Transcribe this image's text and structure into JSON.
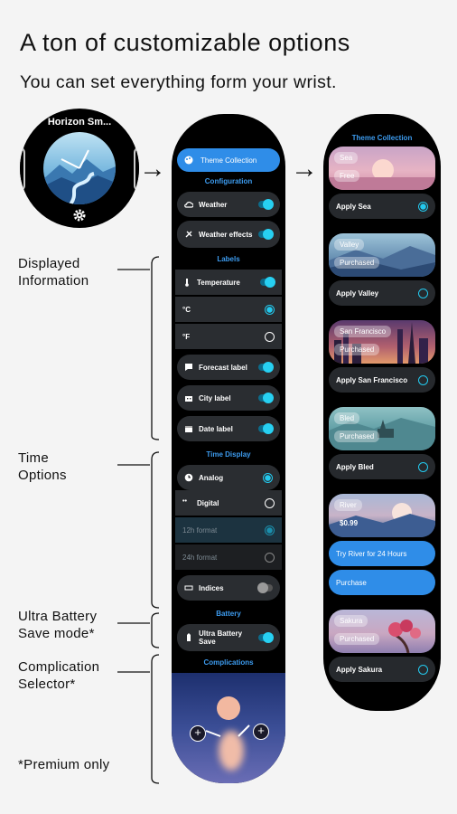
{
  "header": {
    "title": "A ton of customizable options",
    "subtitle": "You can set everything form your wrist."
  },
  "watch": {
    "title": "Horizon Sm..."
  },
  "colors": {
    "accent": "#2f8de8",
    "toggle_on": "#27d0f2",
    "caption": "#3d9cf0",
    "row_bg": "#2a2d31"
  },
  "settings": {
    "theme_button": "Theme Collection",
    "configuration_caption": "Configuration",
    "weather": "Weather",
    "weather_effects": "Weather effects",
    "labels_caption": "Labels",
    "temperature": "Temperature",
    "celsius": "°C",
    "fahrenheit": "°F",
    "forecast_label": "Forecast label",
    "city_label": "City label",
    "date_label": "Date label",
    "time_display_caption": "Time Display",
    "analog": "Analog",
    "digital": "Digital",
    "format_12h": "12h format",
    "format_24h": "24h format",
    "indices": "Indices",
    "battery_caption": "Battery",
    "ultra_battery_save": "Ultra Battery Save",
    "complications_caption": "Complications"
  },
  "themes": {
    "caption": "Theme Collection",
    "items": [
      {
        "name": "Sea",
        "status": "Free",
        "apply": "Apply Sea"
      },
      {
        "name": "Valley",
        "status": "Purchased",
        "apply": "Apply Valley"
      },
      {
        "name": "San Francisco",
        "status": "Purchased",
        "apply": "Apply San Francisco"
      },
      {
        "name": "Bled",
        "status": "Purchased",
        "apply": "Apply Bled"
      },
      {
        "name": "River",
        "status": "$0.99",
        "try": "Try River for 24 Hours",
        "purchase": "Purchase"
      },
      {
        "name": "Sakura",
        "status": "Purchased",
        "apply": "Apply Sakura"
      }
    ]
  },
  "annotations": {
    "displayed": "Displayed\nInformation",
    "time": "Time\nOptions",
    "battery": "Ultra Battery\nSave mode*",
    "complication": "Complication\nSelector*",
    "premium": "*Premium only"
  },
  "icons": [
    "gear-icon",
    "palette-icon",
    "cloud-icon",
    "thermometer-icon",
    "message-icon",
    "building-icon",
    "calendar-icon",
    "clock-icon",
    "battery-icon",
    "plus-icon",
    "arrow-right-icon"
  ]
}
